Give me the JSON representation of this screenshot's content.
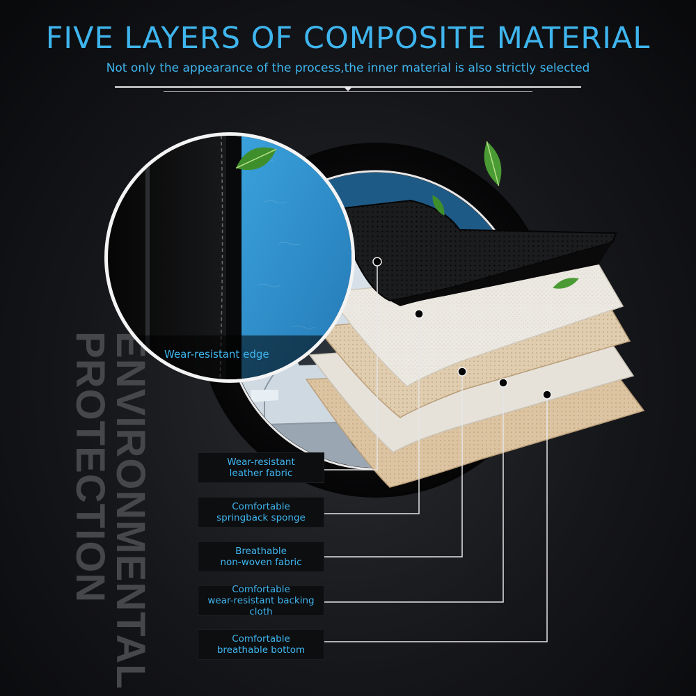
{
  "header": {
    "title": "FIVE LAYERS OF COMPOSITE MATERIAL",
    "subtitle": "Not only the appearance of the process,the inner material is also strictly selected"
  },
  "side_text": {
    "line1": "ENVIRONMENTAL",
    "line2": "PROTECTION"
  },
  "zoom_inset": {
    "label": "Wear-resistant edge"
  },
  "layers": [
    {
      "line1": "Wear-resistant",
      "line2": "leather fabric"
    },
    {
      "line1": "Comfortable",
      "line2": "springback sponge"
    },
    {
      "line1": "Breathable",
      "line2": "non-woven fabric"
    },
    {
      "line1": "Comfortable",
      "line2": "wear-resistant backing cloth"
    },
    {
      "line1": "Comfortable",
      "line2": "breathable bottom"
    }
  ],
  "colors": {
    "accent": "#3fb5ee",
    "leather_blue": "#2f8fcb",
    "leather_black": "#121314",
    "sponge": "#ece9e2",
    "nonwoven": "#e0cdaf",
    "backing": "#e6e2da",
    "bottom": "#dcc4a2",
    "leaf": "#3e8f2c"
  },
  "icons": [
    "leaf-icon",
    "connector-dot-icon"
  ]
}
